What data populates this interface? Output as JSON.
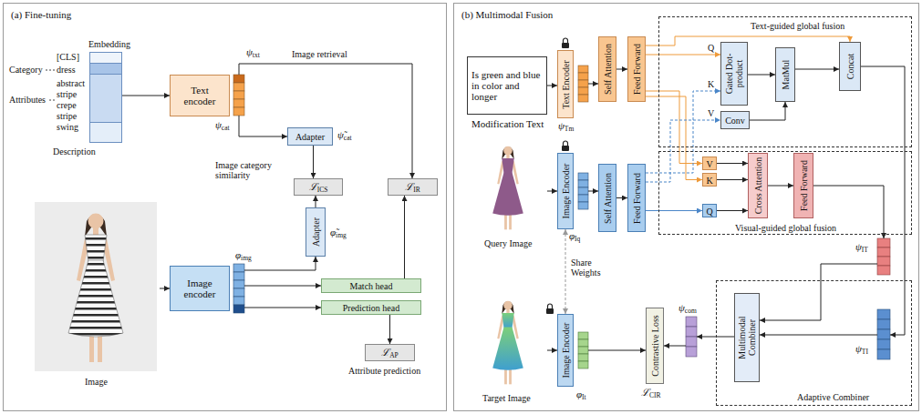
{
  "diagram": {
    "nodes": [
      {
        "text": [
          "(a) Fine-tuning"
        ]
      },
      {
        "text": [
          "Embedding"
        ],
        "in": 0
      },
      {
        "text": [
          "Text encoder"
        ],
        "in": 0
      },
      {
        "text": [
          "Adapter"
        ],
        "in": 0
      },
      {
        "text": [
          "ℒICS"
        ],
        "in": 0
      },
      {
        "text": [
          "ℒIR"
        ],
        "in": 0
      },
      {
        "text": [
          "Adapter"
        ],
        "in": 0
      },
      {
        "text": [
          "Image encoder"
        ],
        "in": 0
      },
      {
        "text": [
          "Match head"
        ],
        "in": 0
      },
      {
        "text": [
          "Prediction head"
        ],
        "in": 0
      },
      {
        "text": [
          "ℒAP"
        ],
        "in": 0
      },
      {
        "text": [
          "(b) Multimodal Fusion"
        ]
      },
      {
        "text": [
          "Is green and blue in color and longer",
          "Modification Text"
        ],
        "in": 11
      },
      {
        "text": [
          "Text Encoder"
        ],
        "in": 11
      },
      {
        "text": [
          "Self Attention"
        ],
        "in": 11
      },
      {
        "text": [
          "Feed Forward"
        ],
        "in": 11
      },
      {
        "text": [
          "Text-guided global fusion"
        ],
        "in": 11
      },
      {
        "text": [
          "Gated Dot-product"
        ],
        "in": 16
      },
      {
        "text": [
          "MatMul"
        ],
        "in": 16
      },
      {
        "text": [
          "Conv"
        ],
        "in": 16
      },
      {
        "text": [
          "Concat"
        ],
        "in": 16
      },
      {
        "text": [
          "Image Encoder"
        ],
        "in": 11
      },
      {
        "text": [
          "Self Attention"
        ],
        "in": 11
      },
      {
        "text": [
          "Feed Forward"
        ],
        "in": 11
      },
      {
        "text": [
          "Visual-guided global fusion"
        ],
        "in": 11
      },
      {
        "text": [
          "V"
        ],
        "in": 24
      },
      {
        "text": [
          "K"
        ],
        "in": 24
      },
      {
        "text": [
          "Q"
        ],
        "in": 24
      },
      {
        "text": [
          "Cross Attention"
        ],
        "in": 24
      },
      {
        "text": [
          "Feed Forward"
        ],
        "in": 24
      },
      {
        "text": [
          "Image Encoder"
        ],
        "in": 11
      },
      {
        "text": [
          "Adaptive Combiner"
        ],
        "in": 11
      },
      {
        "text": [
          "Multimodal Combiner"
        ],
        "in": 31
      },
      {
        "text": [
          "Contrastive Loss"
        ],
        "in": 11
      }
    ],
    "edges": [
      {
        "from": 1,
        "to": 2,
        "arrow": "to"
      },
      {
        "from": 3,
        "to": 4,
        "arrow": "to"
      },
      {
        "from": 6,
        "to": 4,
        "arrow": "to"
      },
      {
        "from": 8,
        "to": 5,
        "arrow": "to"
      },
      {
        "from": 9,
        "to": 10,
        "arrow": "to"
      },
      {
        "from": 12,
        "to": 13,
        "arrow": "to"
      },
      {
        "from": 14,
        "to": 15,
        "arrow": "to"
      },
      {
        "from": 15,
        "to": 17,
        "arrow": "to",
        "label": "Q"
      },
      {
        "from": 15,
        "to": 20,
        "arrow": "to"
      },
      {
        "from": 15,
        "to": 25,
        "arrow": "to"
      },
      {
        "from": 15,
        "to": 26,
        "arrow": "to"
      },
      {
        "from": 23,
        "to": 17,
        "arrow": "to",
        "label": "K"
      },
      {
        "from": 23,
        "to": 19,
        "arrow": "to",
        "label": "V"
      },
      {
        "from": 23,
        "to": 27,
        "arrow": "to"
      },
      {
        "from": 17,
        "to": 18,
        "arrow": "to"
      },
      {
        "from": 19,
        "to": 18,
        "arrow": "to"
      },
      {
        "from": 18,
        "to": 20,
        "arrow": "to"
      },
      {
        "from": 25,
        "to": 28,
        "arrow": "to"
      },
      {
        "from": 26,
        "to": 28,
        "arrow": "to"
      },
      {
        "from": 27,
        "to": 28,
        "arrow": "to"
      },
      {
        "from": 28,
        "to": 29,
        "arrow": "to"
      },
      {
        "from": 21,
        "to": 30,
        "arrow": "both",
        "label": "Share Weights"
      },
      {
        "from": 22,
        "to": 23,
        "arrow": "to"
      }
    ],
    "labels": [
      "[CLS]",
      "Category",
      "dress",
      "Attributes",
      "abstract",
      "stripe",
      "crepe",
      "stripe",
      "swing",
      "Description",
      "ψtxt",
      "Image retrieval",
      "ψcat",
      "ψ̃cat",
      "Image category similarity",
      "φimg",
      "φ̃img",
      "Image",
      "Attribute prediction",
      "ψTm",
      "φIq",
      "Query Image",
      "φIt",
      "Target Image",
      "ψIT",
      "ψTI",
      "ψcom",
      "ℒCIR"
    ]
  }
}
